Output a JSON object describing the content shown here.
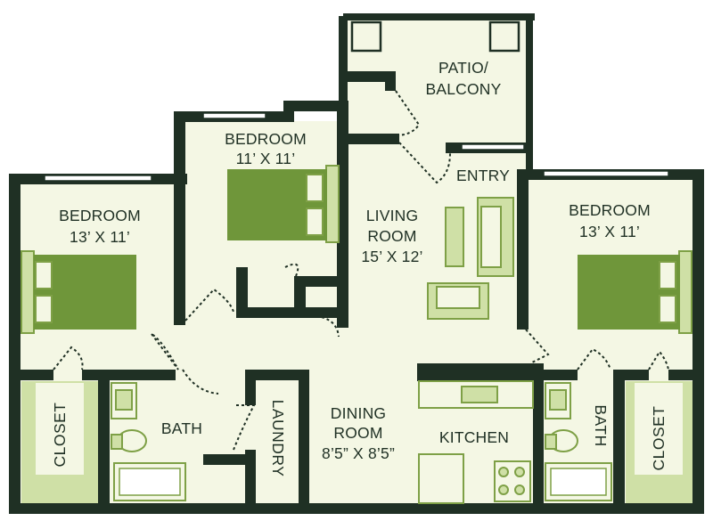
{
  "colors": {
    "wall": "#1f3024",
    "floor": "#f4f7e4",
    "accent": "#6f963a",
    "accent_light": "#cfe0a6"
  },
  "rooms": {
    "patio": {
      "line1": "PATIO/",
      "line2": "BALCONY"
    },
    "bedroom_center": {
      "line1": "BEDROOM",
      "line2": "11’ X 11’"
    },
    "bedroom_left": {
      "line1": "BEDROOM",
      "line2": "13’ X 11’"
    },
    "bedroom_right": {
      "line1": "BEDROOM",
      "line2": "13’ X 11’"
    },
    "entry": {
      "line1": "ENTRY"
    },
    "living": {
      "line1": "LIVING",
      "line2": "ROOM",
      "line3": "15’ X 12’"
    },
    "dining": {
      "line1": "DINING",
      "line2": "ROOM",
      "line3": "8’5” X 8’5”"
    },
    "kitchen": {
      "line1": "KITCHEN"
    },
    "bath_left": {
      "line1": "BATH"
    },
    "bath_right": {
      "line1": "BATH"
    },
    "laundry": {
      "line1": "LAUNDRY"
    },
    "closet_left": {
      "line1": "CLOSET"
    },
    "closet_right": {
      "line1": "CLOSET"
    }
  }
}
